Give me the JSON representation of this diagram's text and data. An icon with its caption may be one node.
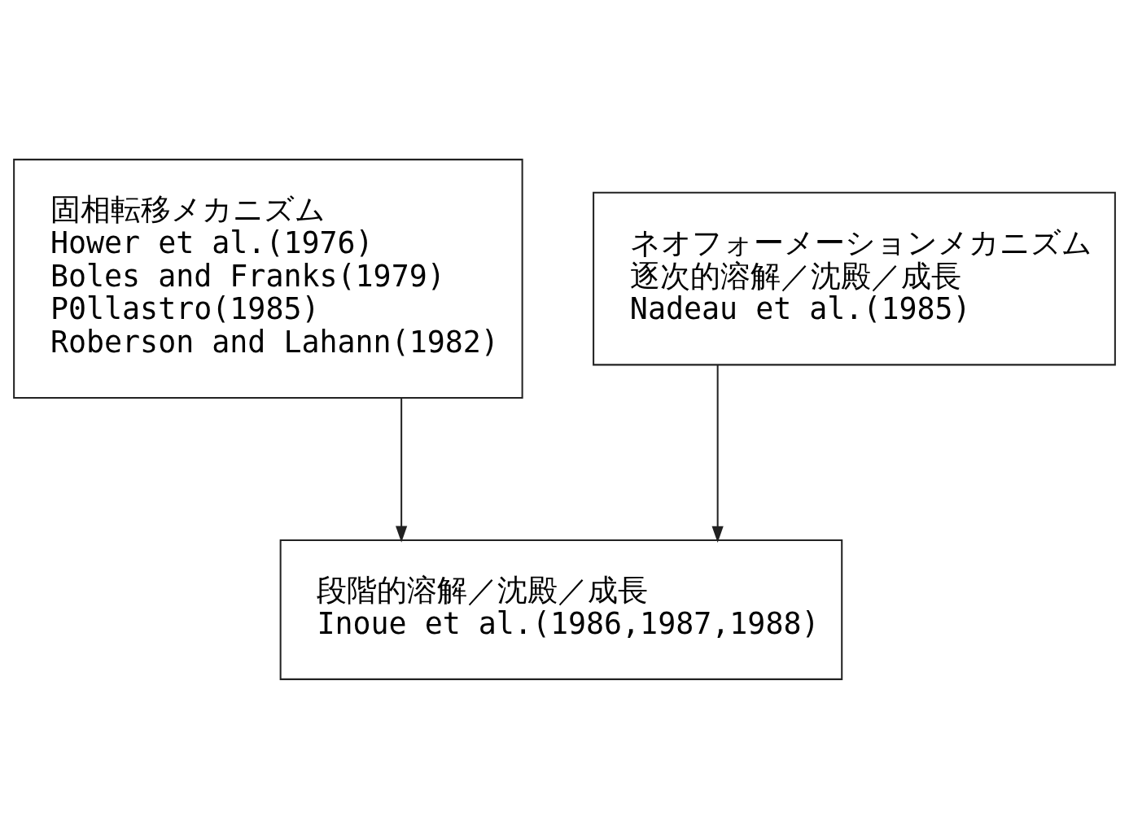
{
  "diagram": {
    "nodes": [
      {
        "text": [
          "固相転移メカニズム",
          "Hower et al.(1976)",
          "Boles and Franks(1979)",
          "P0llastro(1985)",
          "Roberson and Lahann(1982)"
        ]
      },
      {
        "text": [
          "ネオフォーメーションメカニズム",
          "逐次的溶解／沈殿／成長",
          "Nadeau et al.(1985)"
        ]
      },
      {
        "text": [
          "段階的溶解／沈殿／成長",
          "Inoue et al.(1986,1987,1988)"
        ]
      }
    ],
    "edges": [
      {
        "from": 0,
        "to": 2,
        "arrow": "to"
      },
      {
        "from": 1,
        "to": 2,
        "arrow": "to"
      }
    ]
  }
}
